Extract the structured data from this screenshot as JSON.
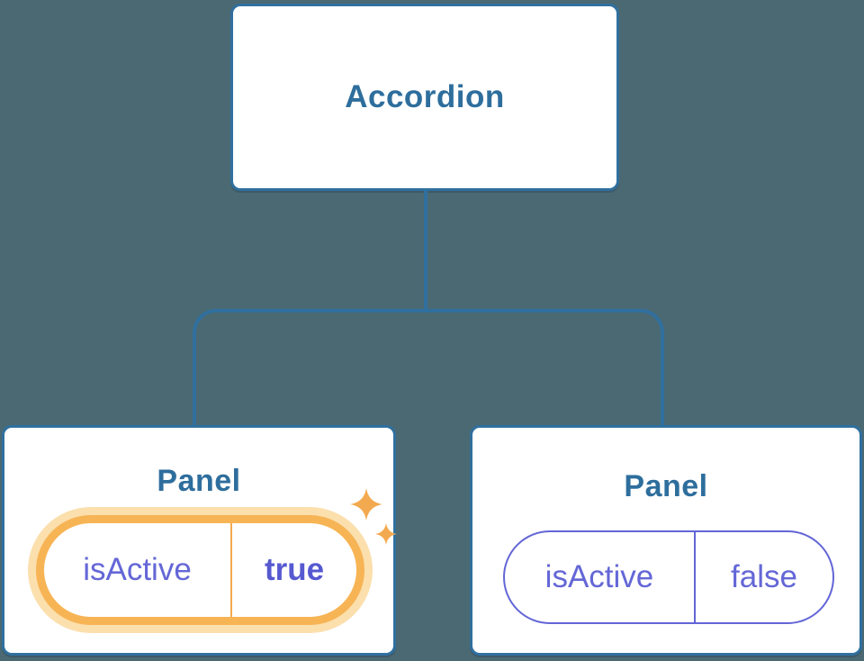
{
  "diagram": {
    "description": "React component tree: Accordion parent with two Panel children holding isActive state",
    "root": {
      "label": "Accordion"
    },
    "panels": [
      {
        "title": "Panel",
        "state": {
          "key": "isActive",
          "value": "true"
        },
        "highlighted": true,
        "sparkles_icon": "sparkles-icon"
      },
      {
        "title": "Panel",
        "state": {
          "key": "isActive",
          "value": "false"
        },
        "highlighted": false
      }
    ]
  },
  "colors": {
    "background": "#4b6972",
    "node_fill": "#ffffff",
    "node_border_blue": "#30709f",
    "node_text_blue": "#2e6e9d",
    "state_purple": "#6467d6",
    "state_value_active_purple": "#5659d0",
    "highlight_orange": "#f7b455",
    "highlight_glow": "#fbdfad",
    "sparkle_orange": "#f3a94f"
  }
}
